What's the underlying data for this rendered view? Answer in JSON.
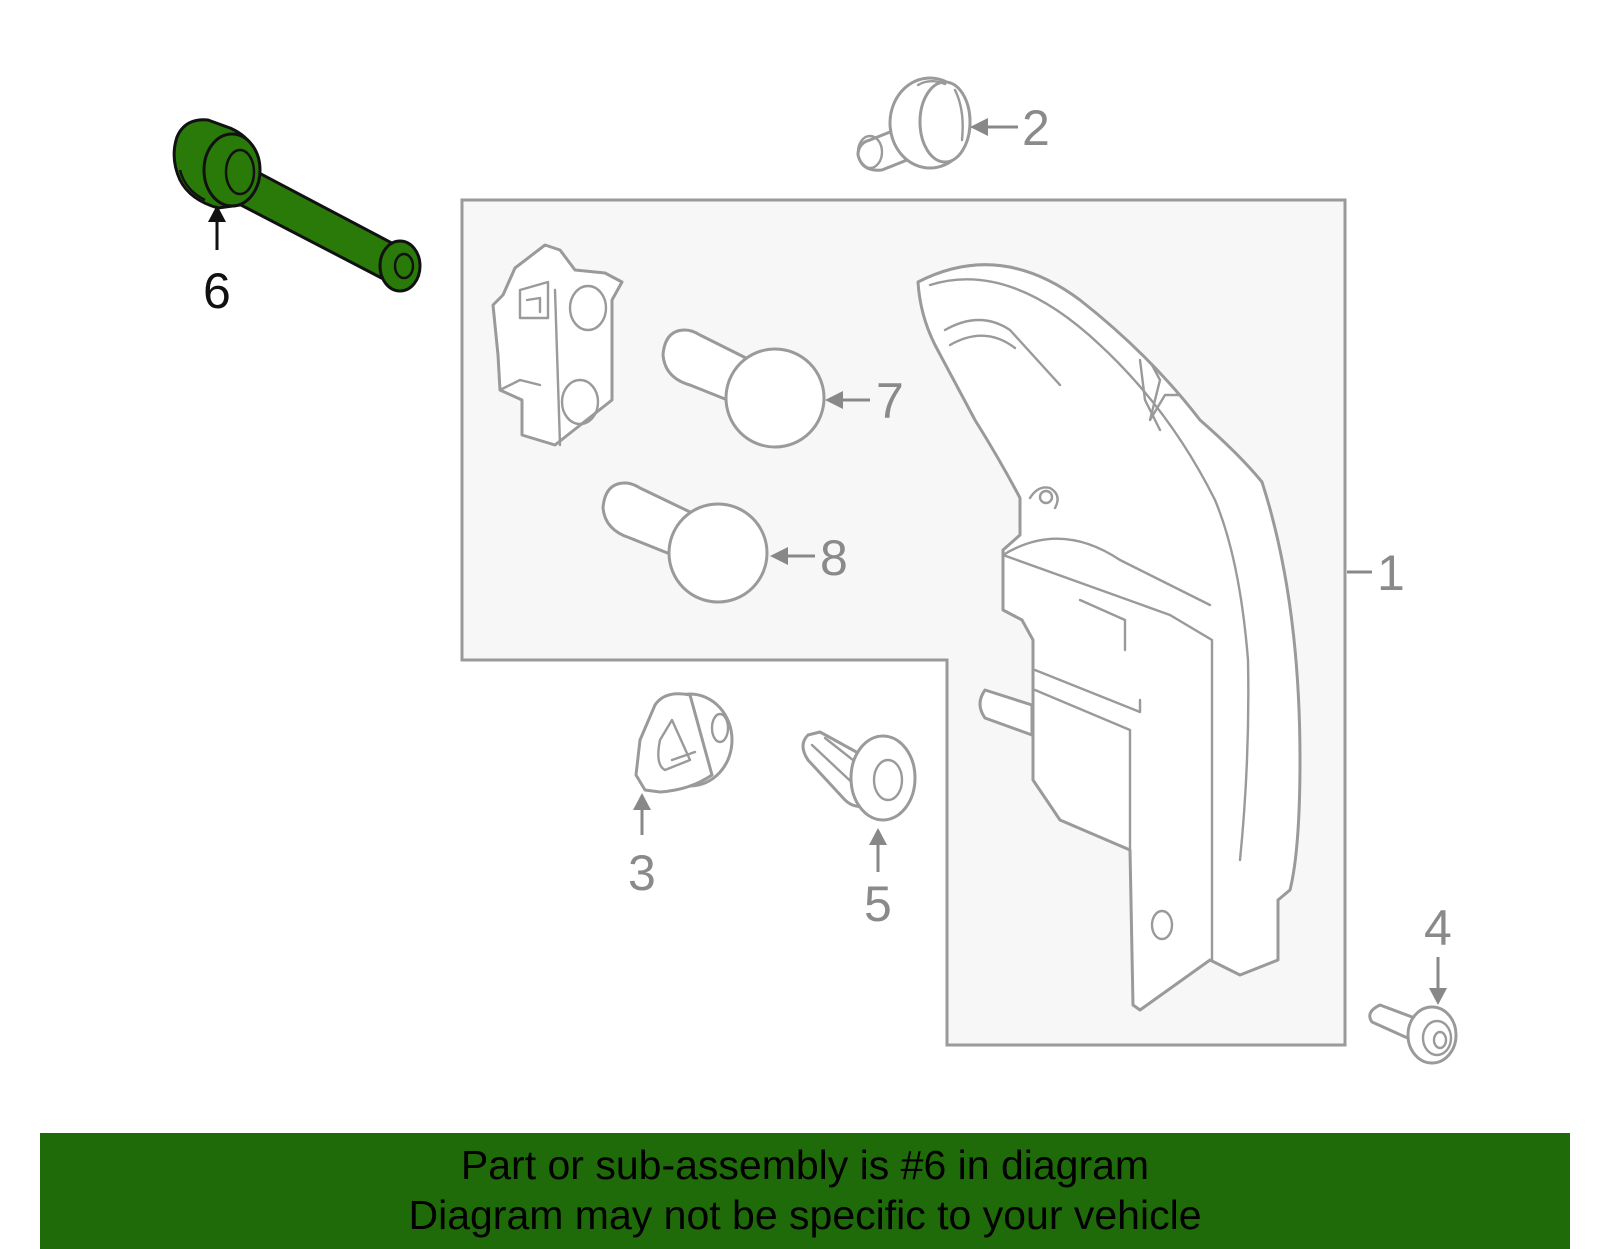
{
  "diagram": {
    "highlighted_callout": "6",
    "highlight_color": "#2a7a0a",
    "callouts": {
      "c1": "1",
      "c2": "2",
      "c3": "3",
      "c4": "4",
      "c5": "5",
      "c6": "6",
      "c7": "7",
      "c8": "8"
    }
  },
  "banner": {
    "line1": "Part or sub-assembly is #6 in diagram",
    "line2": "Diagram may not be specific to your vehicle",
    "background_color": "#1f6b09"
  }
}
